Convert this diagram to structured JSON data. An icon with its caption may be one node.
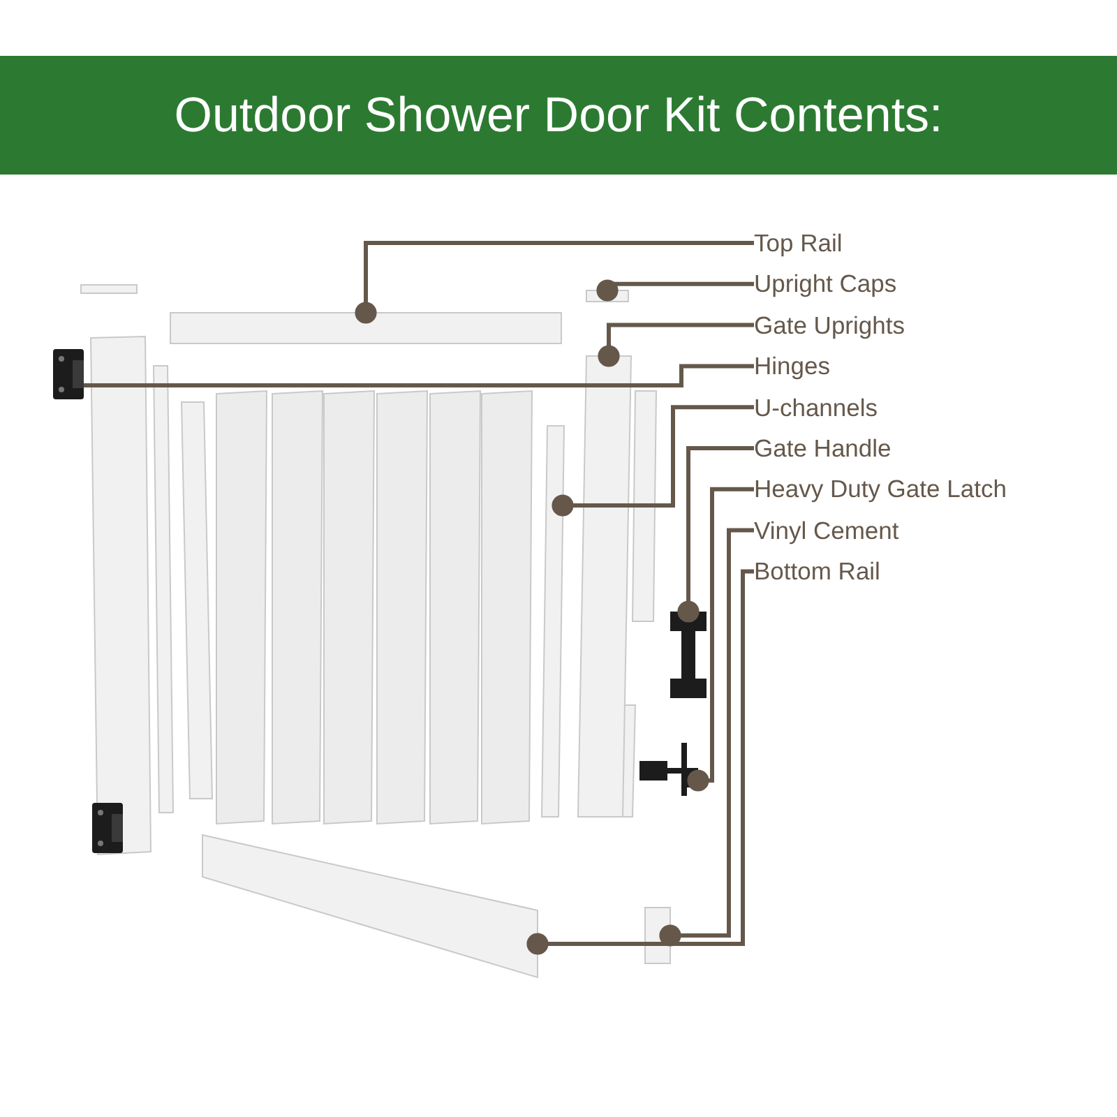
{
  "diagram": {
    "title": "Outdoor Shower Door Kit Contents:",
    "nodes": [
      {
        "text": [
          "Top Rail"
        ]
      },
      {
        "text": [
          "Upright Caps"
        ]
      },
      {
        "text": [
          "Gate Uprights"
        ]
      },
      {
        "text": [
          "Hinges"
        ]
      },
      {
        "text": [
          "U-channels"
        ]
      },
      {
        "text": [
          "Gate Handle"
        ]
      },
      {
        "text": [
          "Heavy Duty Gate Latch"
        ]
      },
      {
        "text": [
          "Vinyl Cement"
        ]
      },
      {
        "text": [
          "Bottom Rail"
        ]
      },
      {
        "text": [],
        "shape": "bar"
      },
      {
        "text": [],
        "shape": "box"
      },
      {
        "text": [],
        "shape": "bar"
      },
      {
        "text": [],
        "shape": "picture"
      },
      {
        "text": [],
        "shape": "bar"
      },
      {
        "text": [],
        "shape": "picture"
      },
      {
        "text": [],
        "shape": "picture"
      },
      {
        "text": [],
        "shape": "cylinder"
      },
      {
        "text": [],
        "shape": "bar"
      }
    ],
    "edges": [
      {
        "from": 0,
        "to": 9,
        "arrow": "other"
      },
      {
        "from": 1,
        "to": 10,
        "arrow": "other"
      },
      {
        "from": 2,
        "to": 11,
        "arrow": "other"
      },
      {
        "from": 3,
        "to": 12,
        "arrow": "none"
      },
      {
        "from": 4,
        "to": 13,
        "arrow": "other"
      },
      {
        "from": 5,
        "to": 14,
        "arrow": "other"
      },
      {
        "from": 6,
        "to": 15,
        "arrow": "other"
      },
      {
        "from": 7,
        "to": 16,
        "arrow": "other"
      },
      {
        "from": 8,
        "to": 17,
        "arrow": "other"
      }
    ]
  }
}
